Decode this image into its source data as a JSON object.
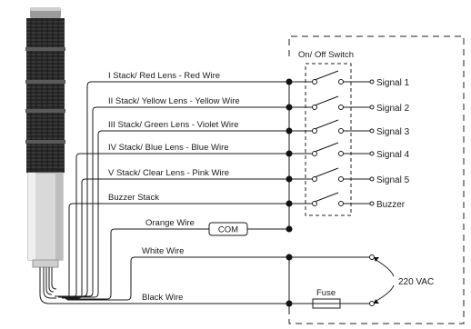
{
  "diagram": {
    "switch_title": "On/ Off Switch",
    "wires": [
      {
        "label": "I Stack/ Red Lens - Red Wire",
        "signal": "Signal 1"
      },
      {
        "label": "II Stack/ Yellow Lens - Yellow Wire",
        "signal": "Signal 2"
      },
      {
        "label": "III Stack/ Green Lens - Violet Wire",
        "signal": "Signal 3"
      },
      {
        "label": "IV Stack/ Blue Lens - Blue Wire",
        "signal": "Signal 4"
      },
      {
        "label": "V Stack/ Clear Lens - Pink Wire",
        "signal": "Signal 5"
      },
      {
        "label": "Buzzer Stack",
        "signal": "Buzzer"
      }
    ],
    "orange_wire": "Orange Wire",
    "com": "COM",
    "white_wire": "White Wire",
    "black_wire": "Black Wire",
    "fuse": "Fuse",
    "supply": "220 VAC"
  }
}
